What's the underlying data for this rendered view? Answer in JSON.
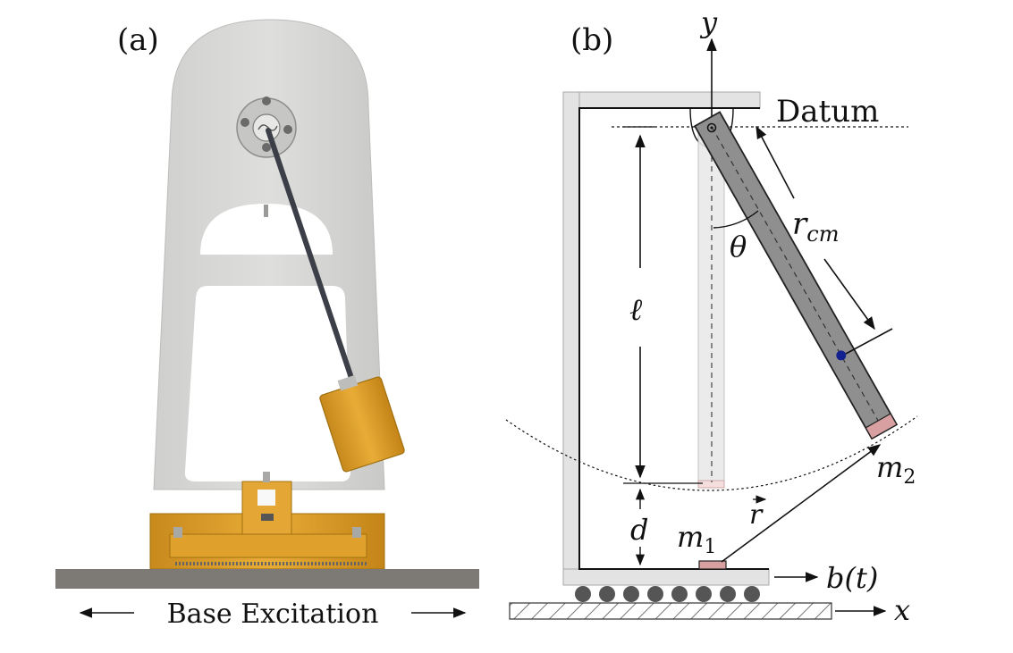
{
  "panel_a": {
    "label": "(a)",
    "caption": "Base Excitation"
  },
  "panel_b": {
    "label": "(b)",
    "datum": "Datum",
    "y_axis": "y",
    "x_axis": "x",
    "theta": "θ",
    "r_cm_main": "r",
    "r_cm_sub": "cm",
    "ell": "ℓ",
    "d": "d",
    "m1_main": "m",
    "m1_sub": "1",
    "m2_main": "m",
    "m2_sub": "2",
    "r_vec": "r",
    "base_motion": "b(t)"
  },
  "colors": {
    "plate": "#d8d8d6",
    "plate_shadow": "#b9b9b6",
    "brass": "#e0a12c",
    "brass_dark": "#b37a17",
    "floor": "#7d7a75",
    "rod": "#3c3f48",
    "frame": "#e3e3e3",
    "pendulum": "#8f8f8f",
    "mass_marker": "#d8a0a0",
    "cm_dot": "#13208f"
  }
}
